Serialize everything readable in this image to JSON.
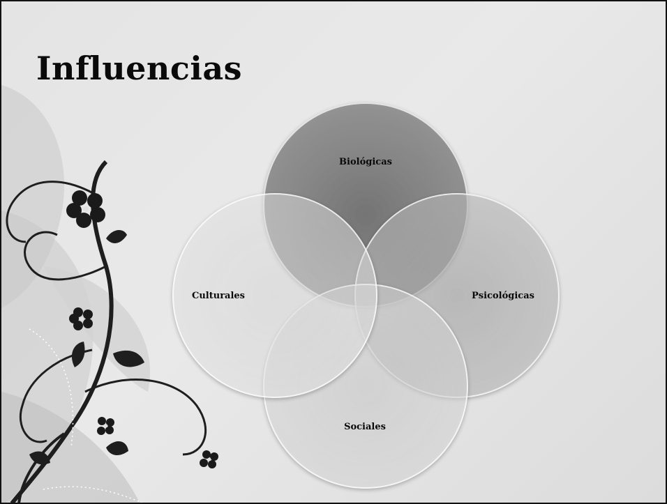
{
  "slide": {
    "title": "Influencias"
  },
  "diagram": {
    "type": "venn",
    "sets": [
      {
        "id": "biologicas",
        "label": "Biológicas",
        "fill": "#6e6e6e"
      },
      {
        "id": "psicologicas",
        "label": "Psicológicas",
        "fill": "#a6a6a6"
      },
      {
        "id": "sociales",
        "label": "Sociales",
        "fill": "#c6c6c6"
      },
      {
        "id": "culturales",
        "label": "Culturales",
        "fill": "#d4d4d4"
      }
    ]
  },
  "decoration": {
    "icon": "floral-vine-icon",
    "colors": {
      "vine": "#1e1e1e",
      "leaf": "#bdbdbd",
      "background": "#e6e6e6"
    }
  }
}
